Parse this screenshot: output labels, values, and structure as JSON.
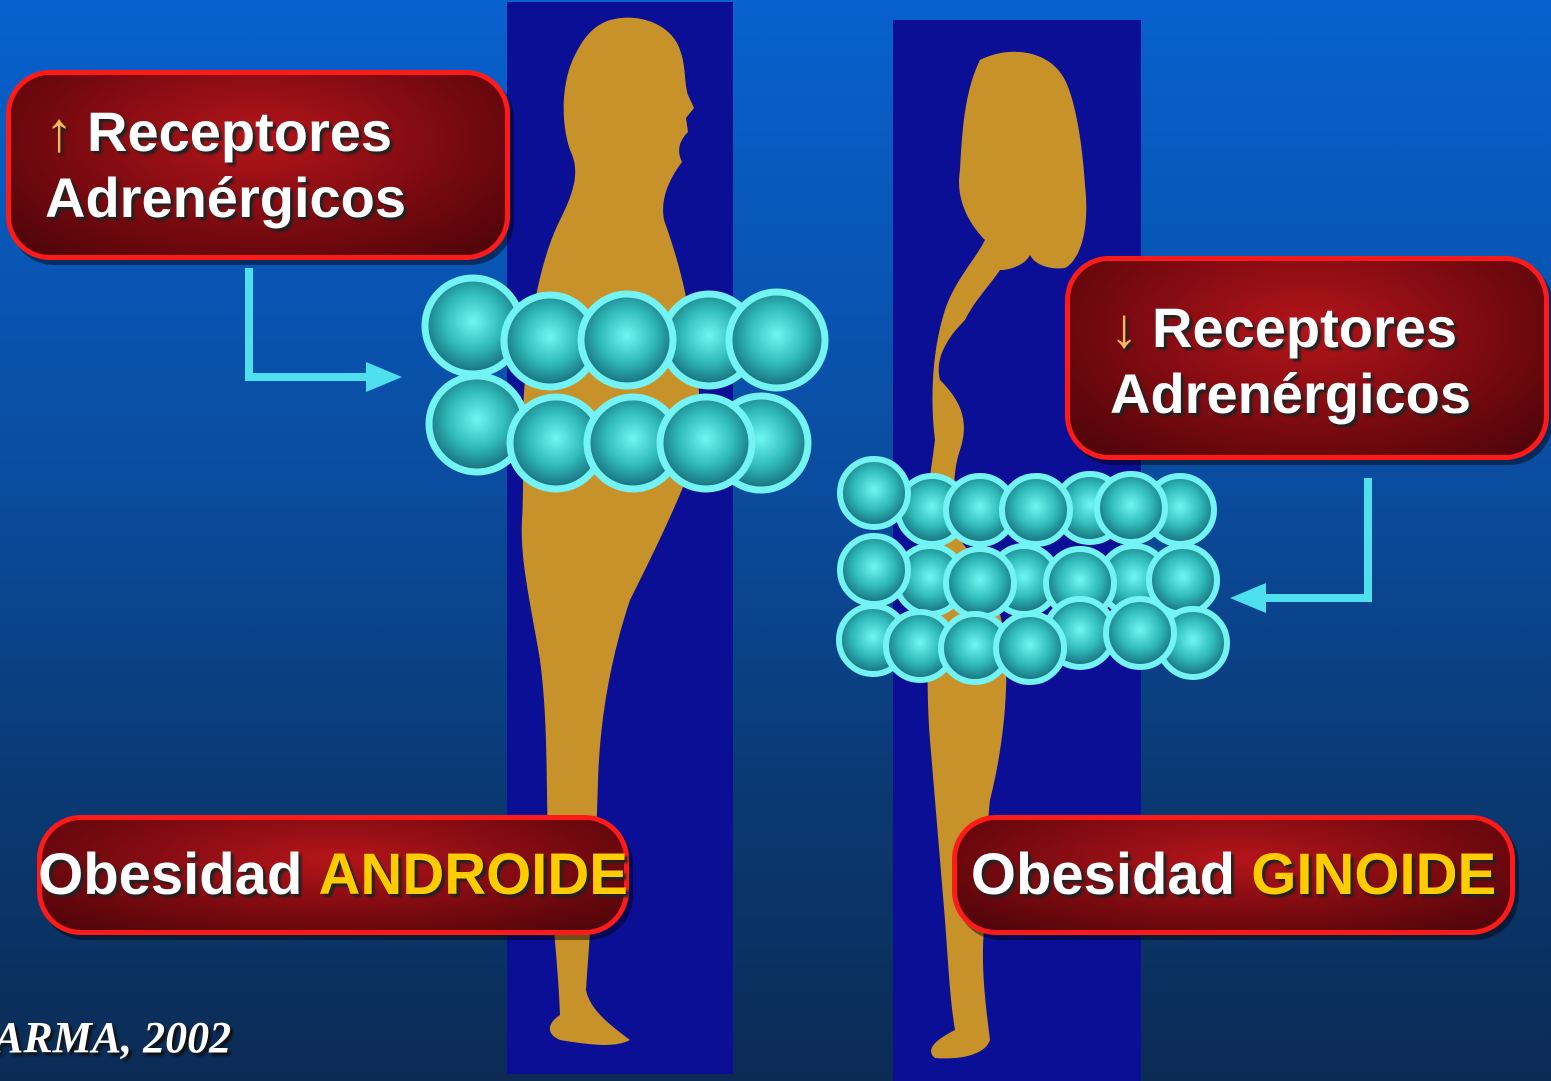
{
  "colors": {
    "background_top": "#0761cf",
    "background_bottom": "#0b2b55",
    "panel": "#0a0f96",
    "silhouette": "#c8922a",
    "label_border": "#ff1a1a",
    "label_fill": "#7a0a10",
    "accent_text": "#ffcc00",
    "cell_fill": "#37c7c6",
    "cell_outline": "#73f3f3",
    "connector": "#4fe0f0"
  },
  "left_figure": {
    "icon": "male-silhouette-icon",
    "receptor_arrow": "↑",
    "receptor_line1": "Receptores",
    "receptor_line2": "Adrenérgicos",
    "obesity_word": "Obesidad",
    "obesity_type": "ANDROIDE"
  },
  "right_figure": {
    "icon": "female-silhouette-icon",
    "receptor_arrow": "↓",
    "receptor_line1": "Receptores",
    "receptor_line2": "Adrenérgicos",
    "obesity_word": "Obesidad",
    "obesity_type": "GINOIDE"
  },
  "citation": "ARMA, 2002"
}
